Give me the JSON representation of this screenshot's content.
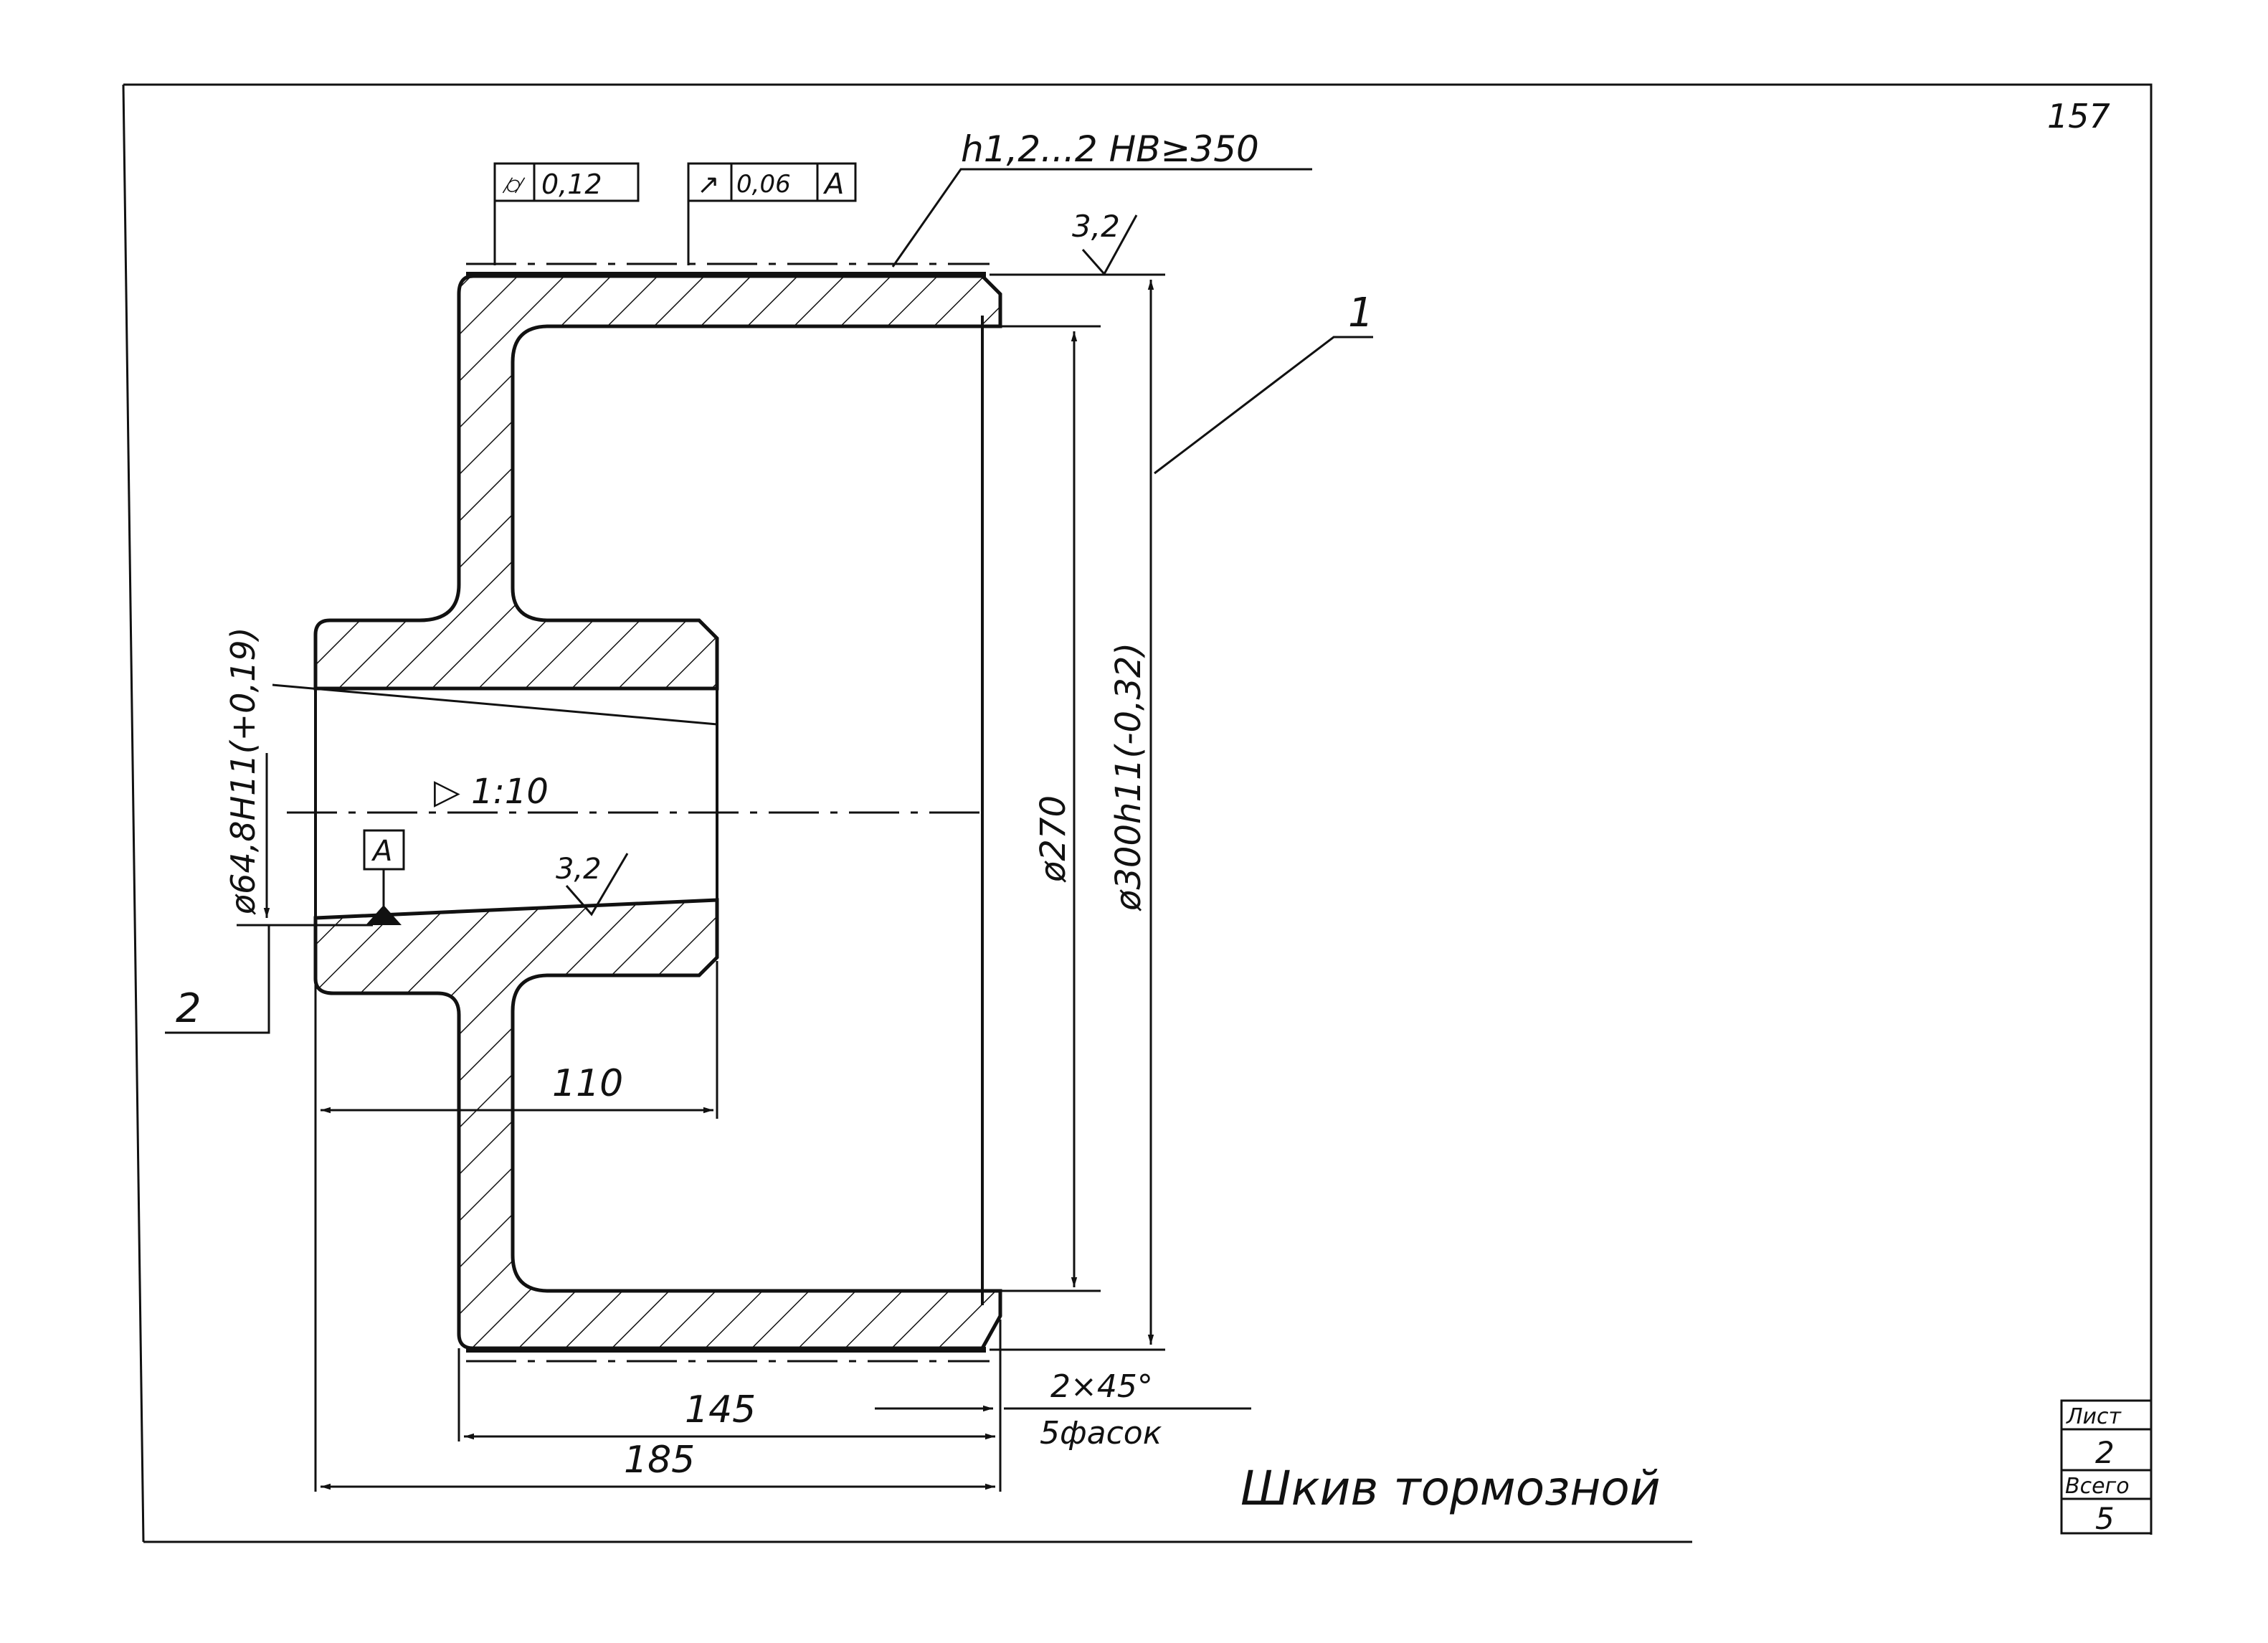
{
  "sheet": {
    "page_number": "157",
    "title": "Шкив тормозной",
    "title_block": {
      "sheet_label": "Лист",
      "sheet_value": "2",
      "total_label": "Всего",
      "total_value": "5"
    }
  },
  "callouts": {
    "part_1": "1",
    "part_2": "2",
    "datum": "A"
  },
  "tolerances": {
    "cylindricity": {
      "symbol": "⌭",
      "value": "0,12"
    },
    "runout": {
      "symbol": "↗",
      "value": "0,06",
      "datum": "A"
    }
  },
  "notes": {
    "hardening": "h1,2...2 HB≥350",
    "roughness_rim": "3,2",
    "roughness_bore": "3,2",
    "taper": "▷ 1:10",
    "chamfer": "2×45°",
    "chamfer_count": "5фасок"
  },
  "dimensions": {
    "bore_diameter": "ø64,8H11(+0,19)",
    "inner_diameter": "ø270",
    "outer_diameter": "ø300h11(-0,32)",
    "hub_length": "110",
    "rim_length": "145",
    "total_length": "185"
  }
}
